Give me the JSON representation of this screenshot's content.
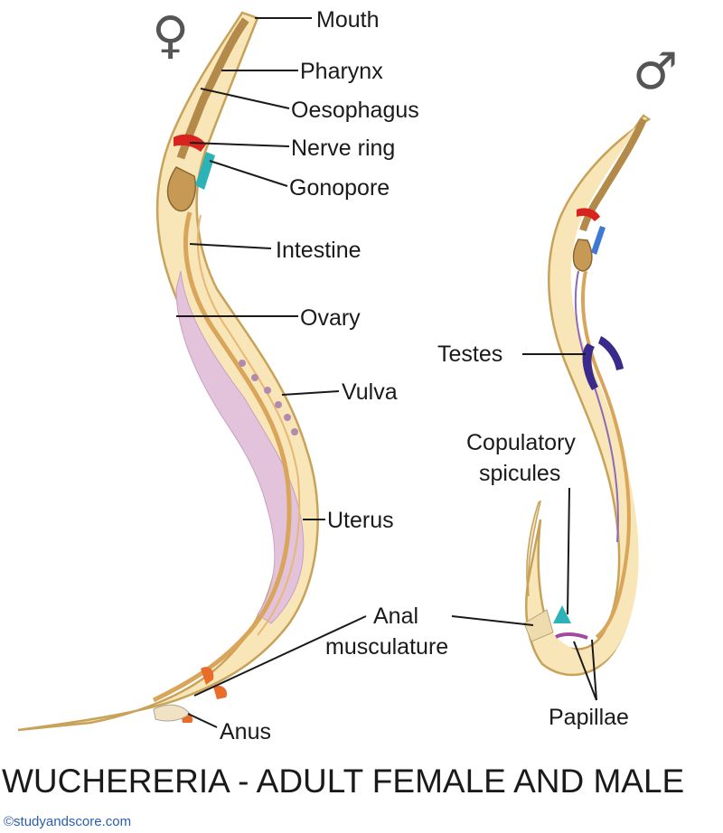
{
  "symbols": {
    "female": "♀",
    "male": "♂"
  },
  "labels": {
    "mouth": "Mouth",
    "pharynx": "Pharynx",
    "oesophagus": "Oesophagus",
    "nerve_ring": "Nerve ring",
    "gonopore": "Gonopore",
    "intestine": "Intestine",
    "ovary": "Ovary",
    "vulva": "Vulva",
    "uterus": "Uterus",
    "anal_musculature_1": "Anal",
    "anal_musculature_2": "musculature",
    "anus": "Anus",
    "testes": "Testes",
    "copulatory_1": "Copulatory",
    "copulatory_2": "spicules",
    "papillae": "Papillae"
  },
  "title": "WUCHERERIA - ADULT FEMALE AND MALE",
  "credit": "©studyandscore.com",
  "colors": {
    "body_fill": "#f8e6b8",
    "body_outline": "#c9a25a",
    "gut": "#d9a55a",
    "ovary": "#e3c2dc",
    "nerve_ring": "#d9231f",
    "gonopore": "#2bb3b8",
    "testes": "#3a2a8c"
  }
}
